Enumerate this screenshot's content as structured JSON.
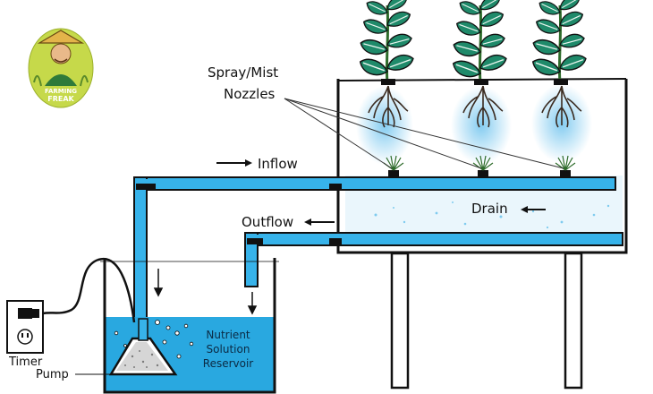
{
  "logo": {
    "line1": "FARMING",
    "line2": "FREAK"
  },
  "labels": {
    "spray_line1": "Spray/Mist",
    "spray_line2": "Nozzles",
    "inflow": "Inflow",
    "outflow": "Outflow",
    "drain": "Drain",
    "timer": "Timer",
    "pump": "Pump",
    "reservoir_line1": "Nutrient",
    "reservoir_line2": "Solution",
    "reservoir_line3": "Reservoir"
  },
  "colors": {
    "water": "#29a8e0",
    "pipe": "#37b3ea",
    "leaf": "#1f8a6a",
    "stem": "#2d6b2a",
    "root": "#3a2a1f",
    "outline": "#111111",
    "logo_bg": "#c6d94a"
  }
}
